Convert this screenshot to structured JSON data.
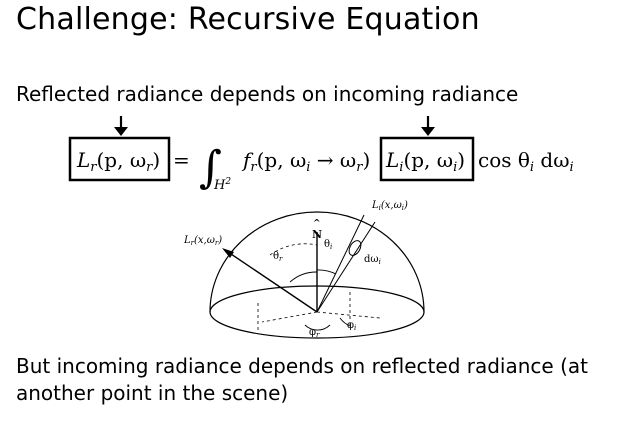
{
  "title": "Challenge: Recursive Equation",
  "line_top": "Reflected radiance depends on incoming radiance",
  "line_bottom": "But incoming radiance depends on reflected radiance (at another point in the scene)",
  "equation": {
    "lhs": "L",
    "lhs_sub": "r",
    "lhs_args": "(p, ω",
    "lhs_args_sub": "r",
    "lhs_close": ")",
    "equals": "=",
    "integral": "∫",
    "domain": "H",
    "domain_sup": "2",
    "brdf": "f",
    "brdf_sub": "r",
    "brdf_args": "(p, ω",
    "brdf_args_sub_i": "i",
    "brdf_arrow": " → ω",
    "brdf_args_sub_r": "r",
    "brdf_close": ")",
    "li": "L",
    "li_sub": "i",
    "li_args": "(p, ω",
    "li_args_sub": "i",
    "li_close": ")",
    "tail": "cos θ",
    "tail_sub": "i",
    "tail_d": " dω",
    "tail_d_sub": "i"
  },
  "diagram": {
    "label_lr": "L",
    "label_lr_sub": "r",
    "label_lr_args": "(x,ω",
    "label_lr_args_sub": "r",
    "label_li": "L",
    "label_li_sub": "i",
    "label_li_args": "(x,ω",
    "label_li_args_sub": "i",
    "label_n": "N",
    "label_n_hat": "^",
    "theta_i": "θ",
    "theta_i_sub": "i",
    "theta_r": "θ",
    "theta_r_sub": "r",
    "domega": "dω",
    "domega_sub": "i",
    "phi_r": "φ",
    "phi_r_sub": "r",
    "phi_i": "φ",
    "phi_i_sub": "i"
  }
}
